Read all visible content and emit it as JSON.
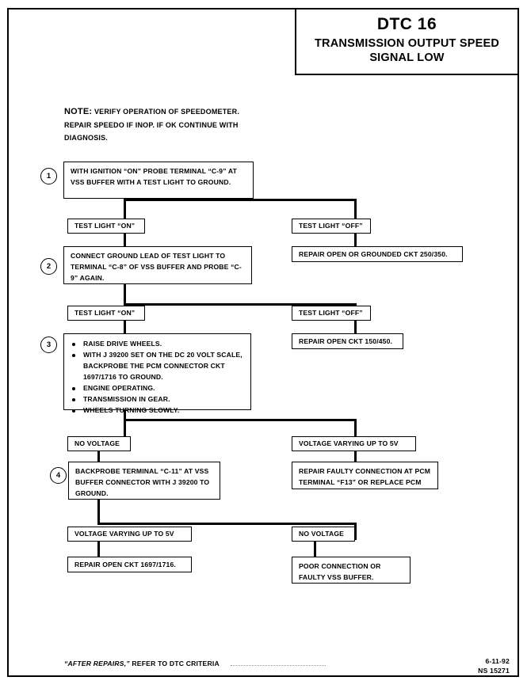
{
  "header": {
    "code": "DTC 16",
    "subtitle_line1": "TRANSMISSION OUTPUT SPEED",
    "subtitle_line2": "SIGNAL LOW"
  },
  "note": {
    "label": "NOTE:",
    "line1": "VERIFY OPERATION OF SPEEDOMETER.",
    "line2": "REPAIR SPEEDO IF INOP.  IF OK CONTINUE WITH",
    "line3": "DIAGNOSIS."
  },
  "steps": {
    "step1": {
      "number": "1",
      "text": "WITH IGNITION “ON” PROBE TERMINAL “C-9” AT VSS BUFFER WITH A TEST LIGHT TO GROUND."
    },
    "step2": {
      "number": "2",
      "text": "CONNECT GROUND LEAD OF TEST LIGHT TO TERMINAL “C-8” OF VSS BUFFER AND PROBE “C-9” AGAIN."
    },
    "step3": {
      "number": "3",
      "bullets": [
        "RAISE DRIVE WHEELS.",
        "WITH J 39200 SET ON THE DC 20 VOLT SCALE, BACKPROBE THE PCM CONNECTOR CKT 1697/1716 TO GROUND.",
        "ENGINE OPERATING.",
        "TRANSMISSION IN GEAR.",
        "WHEELS TURNING SLOWLY."
      ]
    },
    "step4": {
      "number": "4",
      "text": "BACKPROBE TERMINAL “C-11” AT VSS BUFFER CONNECTOR WITH J 39200 TO GROUND."
    }
  },
  "branches": {
    "branch1_left": "TEST LIGHT “ON”",
    "branch1_right": "TEST LIGHT “OFF”",
    "branch2_left": "TEST LIGHT “ON”",
    "branch2_right": "TEST LIGHT “OFF”",
    "branch3_left": "NO VOLTAGE",
    "branch3_right": "VOLTAGE VARYING UP TO 5V",
    "branch4_left": "VOLTAGE VARYING UP TO 5V",
    "branch4_right": "NO VOLTAGE"
  },
  "results": {
    "result1": "REPAIR OPEN OR GROUNDED CKT 250/350.",
    "result2": "REPAIR OPEN CKT 150/450.",
    "result3": "REPAIR FAULTY CONNECTION AT PCM TERMINAL “F13” OR REPLACE PCM",
    "result4": "REPAIR OPEN CKT 1697/1716.",
    "result5": "POOR CONNECTION OR FAULTY VSS BUFFER."
  },
  "footer": {
    "after_repairs": "“AFTER REPAIRS,”",
    "refer_text": " REFER TO DTC CRITERIA",
    "date": "6-11-92",
    "doc_id": "NS 15271"
  }
}
